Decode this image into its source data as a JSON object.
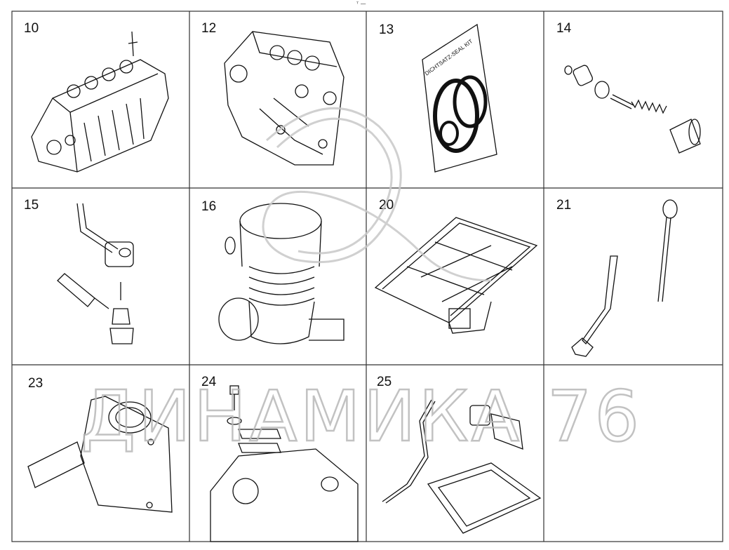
{
  "header_mark": "ᵀ —",
  "cells": [
    {
      "label": "10",
      "part": "engine-block-long"
    },
    {
      "label": "12",
      "part": "engine-block-front"
    },
    {
      "label": "13",
      "part": "seal-kit-bag"
    },
    {
      "label": "14",
      "part": "valve-spring-set"
    },
    {
      "label": "15",
      "part": "oil-pipe-banjo"
    },
    {
      "label": "16",
      "part": "oil-filter-housing"
    },
    {
      "label": "20",
      "part": "oil-pan-frame"
    },
    {
      "label": "21",
      "part": "dipstick-tube"
    },
    {
      "label": "23",
      "part": "water-connector"
    },
    {
      "label": "24",
      "part": "cover-with-bolt"
    },
    {
      "label": "25",
      "part": "oil-line-assembly"
    },
    {
      "label": "",
      "part": "empty"
    }
  ],
  "seal_kit_text": "DICHTSATZ-SEAL KIT",
  "watermark_text": "ДИНАМИКА 76"
}
